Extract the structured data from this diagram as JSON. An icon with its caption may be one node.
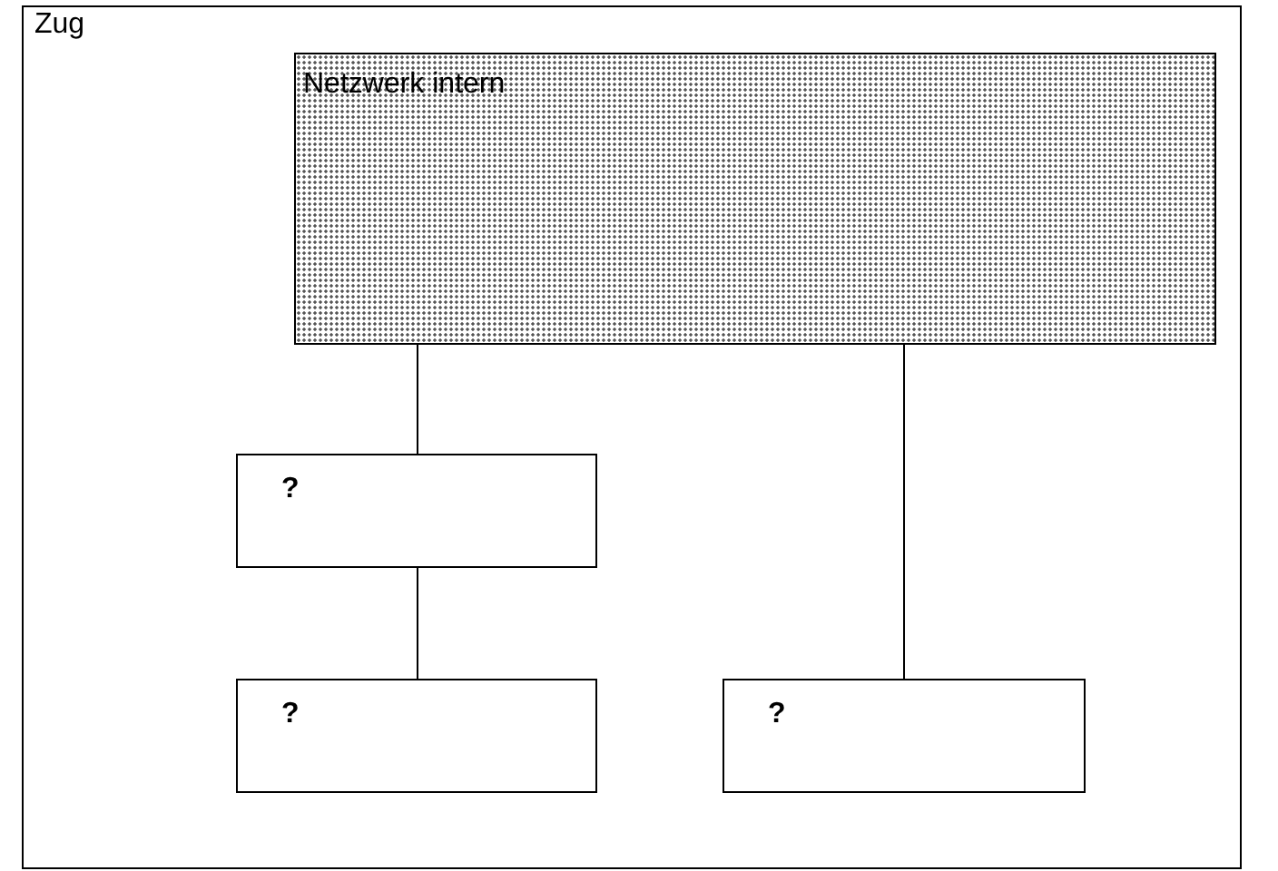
{
  "diagram": {
    "nodes": [
      {
        "text": [
          "Zug"
        ]
      },
      {
        "text": [
          "Netzwerk intern"
        ],
        "in": 0
      },
      {
        "text": [
          "?"
        ],
        "in": 0
      },
      {
        "text": [
          "?"
        ],
        "in": 0
      },
      {
        "text": [
          "?"
        ],
        "in": 0
      }
    ],
    "edges": [
      {
        "from": 1,
        "to": 2,
        "arrow": "none"
      },
      {
        "from": 2,
        "to": 3,
        "arrow": "none"
      },
      {
        "from": 1,
        "to": 4,
        "arrow": "none"
      }
    ]
  }
}
